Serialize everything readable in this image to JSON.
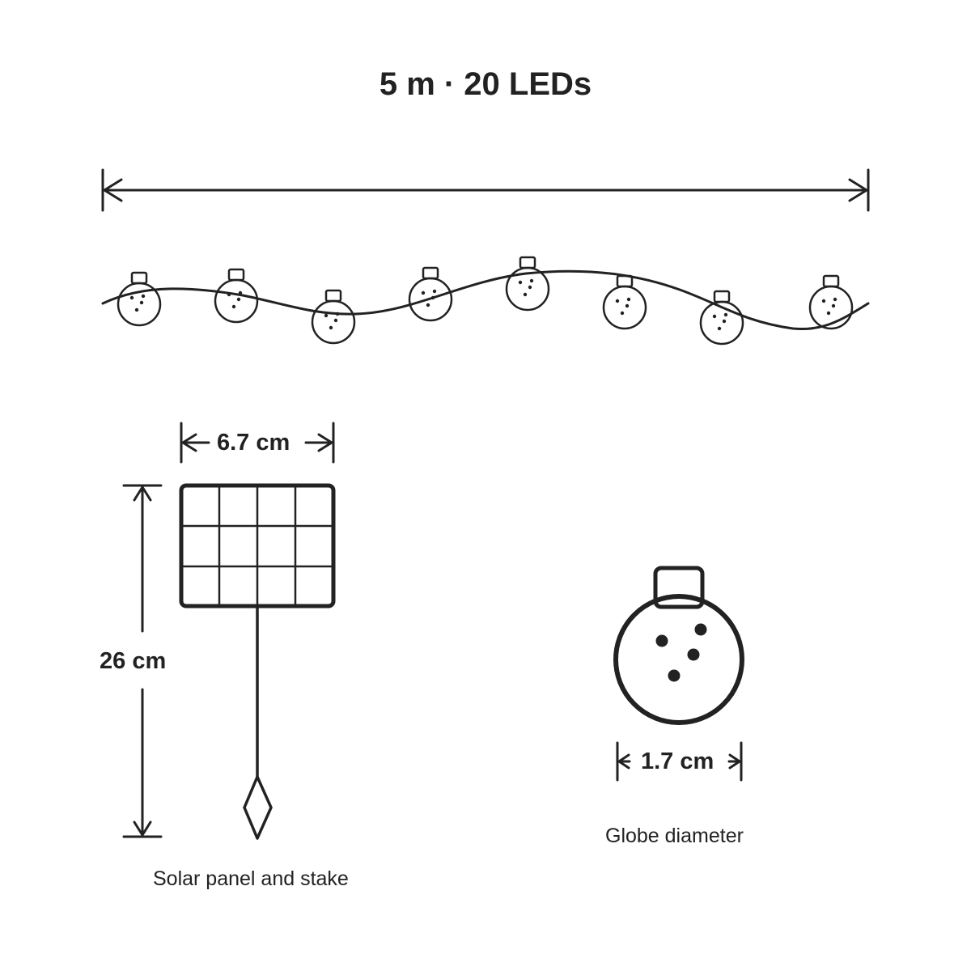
{
  "title": "5 m · 20 LEDs",
  "dimensions": {
    "panel_width": "6.7 cm",
    "panel_height": "26 cm",
    "globe_width": "1.7 cm"
  },
  "captions": {
    "panel": "Solar panel and stake",
    "globe": "Globe diameter"
  },
  "colors": {
    "line": "#222222",
    "background": "#ffffff"
  }
}
